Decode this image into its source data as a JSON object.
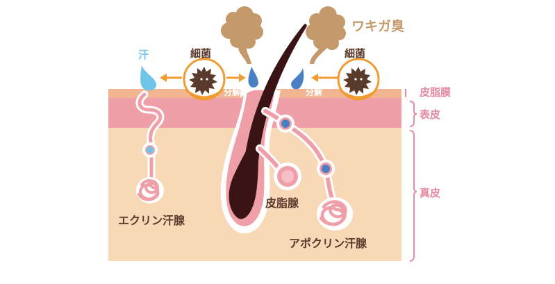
{
  "labels": {
    "odor": "ワキガ臭",
    "sweat": "汗",
    "bacteria_left": "細菌",
    "bacteria_right": "細菌",
    "decompose_left": "分解",
    "decompose_right": "分解",
    "sebum_film": "皮脂膜",
    "epidermis": "表皮",
    "dermis": "真皮",
    "sebaceous_gland": "皮脂腺",
    "eccrine_gland": "エクリン汗腺",
    "apocrine_gland": "アポクリン汗腺"
  },
  "colors": {
    "dermis": "#f7d9b8",
    "epidermis": "#ee9fa8",
    "sebum_film": "#f2b591",
    "label_pink": "#e58aa0",
    "arrow_orange": "#f09b30",
    "odor_brown": "#c49a6c",
    "hair": "#3a1414",
    "sweat_blue": "#6fc5e8",
    "secretion_blue": "#4a7fc4",
    "text_dark": "#5a3a2a"
  }
}
